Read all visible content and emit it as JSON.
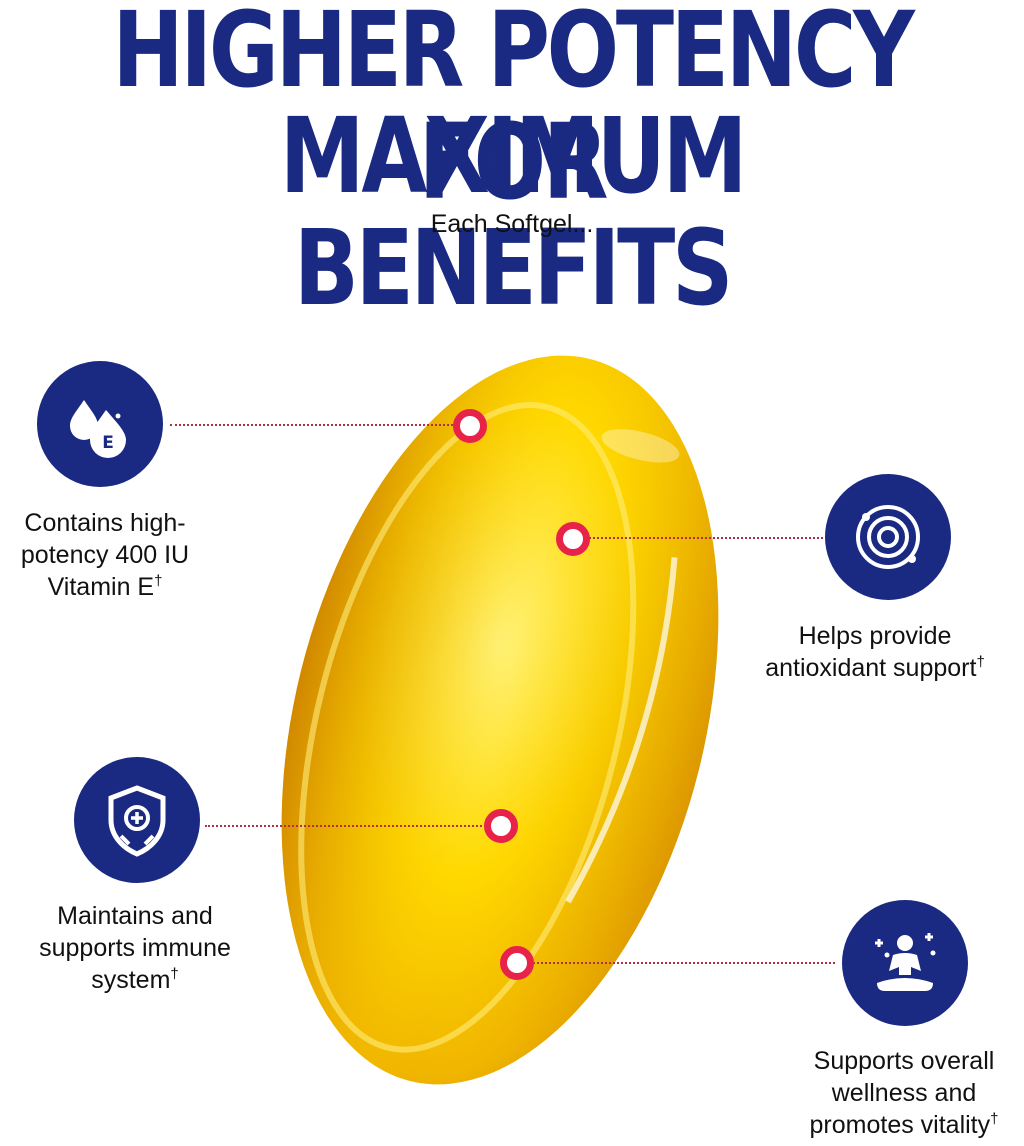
{
  "headline": {
    "line1": "HIGHER POTENCY FOR",
    "line2": "MAXIMUM BENEFITS"
  },
  "subtitle": "Each Softgel...",
  "colors": {
    "brand_navy": "#1a2a82",
    "marker_red": "#e8234a",
    "softgel_gold": "#f5c400"
  },
  "benefits": [
    {
      "icon": "vitamin-e-drops-icon",
      "line1": "Contains high-",
      "line2": "potency 400 IU",
      "line3": "Vitamin E",
      "mark": "†"
    },
    {
      "icon": "antioxidant-rings-icon",
      "line1": "Helps provide",
      "line2": "antioxidant support",
      "mark": "†"
    },
    {
      "icon": "immune-shield-icon",
      "line1": "Maintains and",
      "line2": "supports immune",
      "line3": "system",
      "mark": "†"
    },
    {
      "icon": "wellness-meditation-icon",
      "line1": "Supports overall",
      "line2": "wellness and",
      "line3": "promotes vitality",
      "mark": "†"
    }
  ],
  "badge_letter": "E"
}
